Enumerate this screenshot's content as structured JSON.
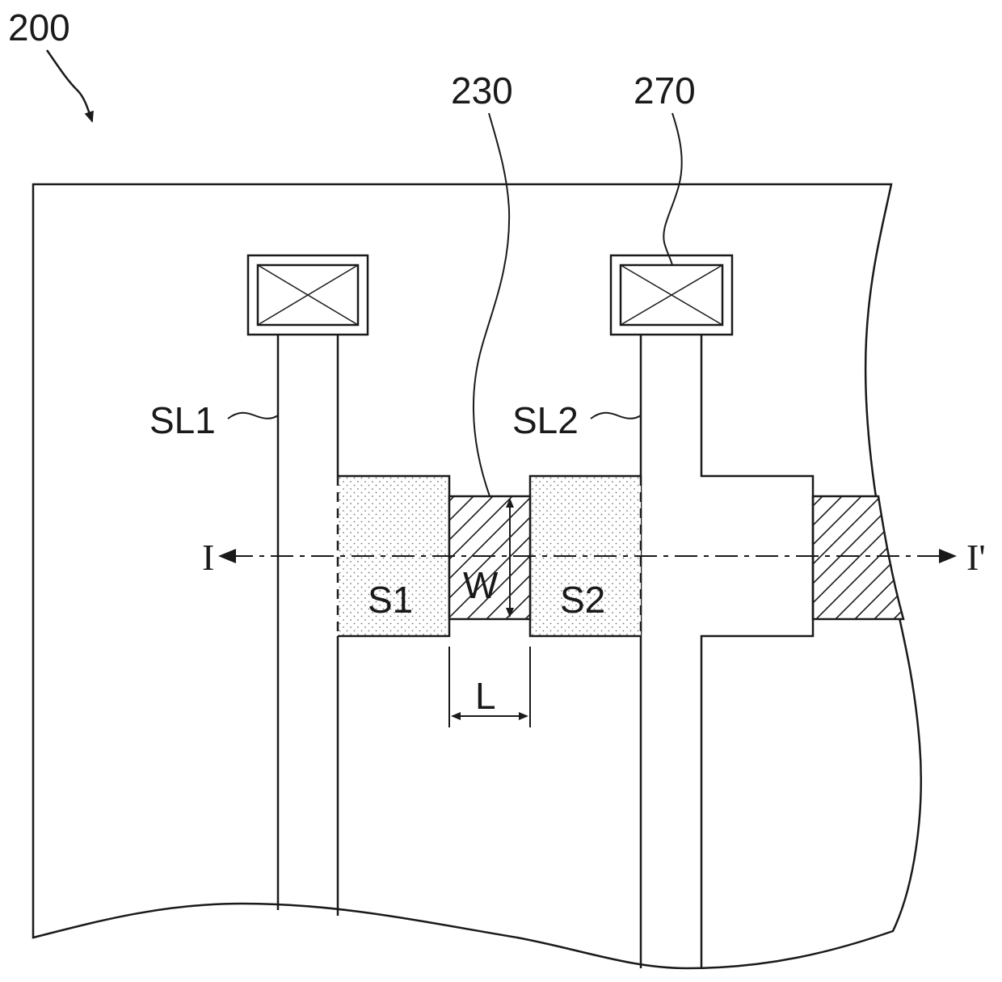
{
  "figure": {
    "ref_main": "200",
    "ref_channel": "230",
    "ref_contact": "270",
    "line1": "SL1",
    "line2": "SL2",
    "region1": "S1",
    "region2": "S2",
    "width": "W",
    "length": "L",
    "section_start": "I",
    "section_end": "I'"
  }
}
